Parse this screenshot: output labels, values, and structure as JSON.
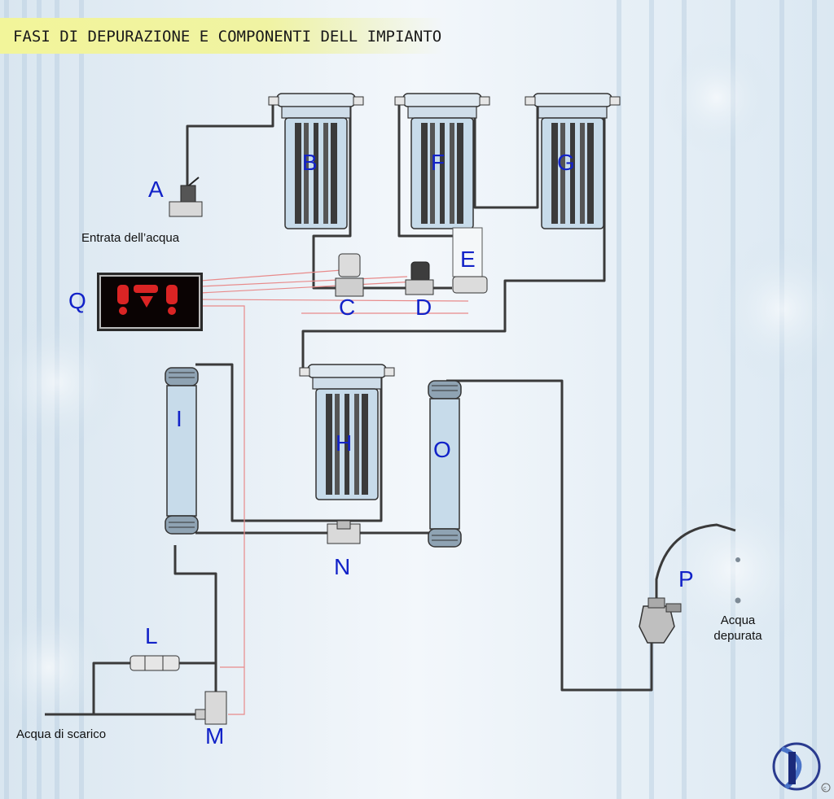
{
  "title": "FASI DI DEPURAZIONE E COMPONENTI DELL IMPIANTO",
  "component_letters": {
    "A": "A",
    "B": "B",
    "C": "C",
    "D": "D",
    "E": "E",
    "F": "F",
    "G": "G",
    "H": "H",
    "I": "I",
    "L": "L",
    "M": "M",
    "N": "N",
    "O": "O",
    "P": "P",
    "Q": "Q"
  },
  "annotations": {
    "water_inlet": "Entrata dell’acqua",
    "drain_water": "Acqua di scarico",
    "purified_water_line1": "Acqua",
    "purified_water_line2": "depurata"
  },
  "display": {
    "digits": "!.7!"
  },
  "colors": {
    "label_blue": "#1222c8",
    "header_yellow": "#f2f59a",
    "pipe": "#3a3a3a",
    "housing_blue": "#c9dcea",
    "wiring_red": "#e88a8a",
    "led_red": "#ff2a2a"
  },
  "icons": {
    "logo": "fish-logo-icon",
    "copyright": "copyright-icon"
  }
}
